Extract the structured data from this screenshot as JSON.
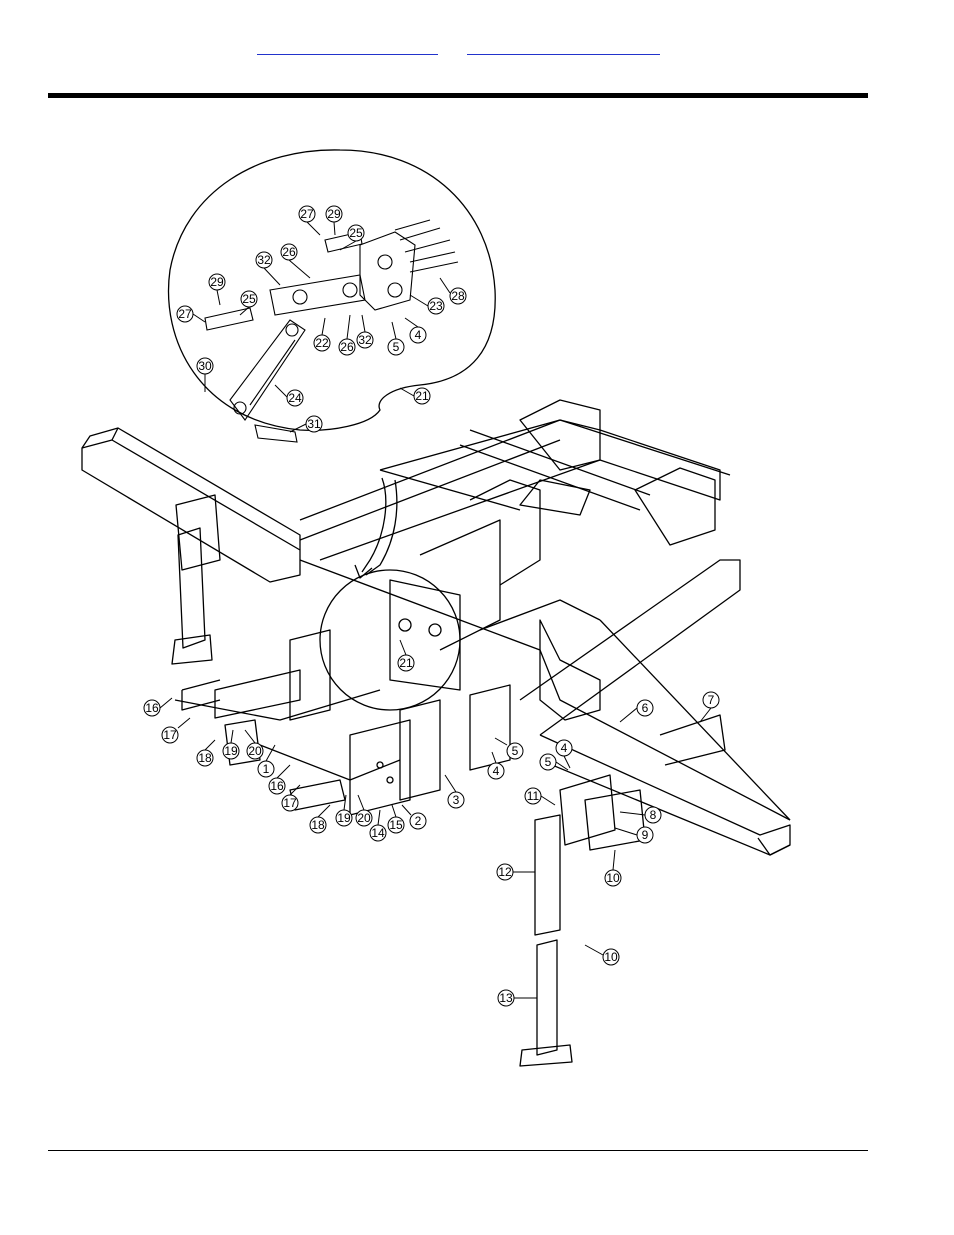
{
  "header": {
    "link_left": "",
    "link_right": ""
  },
  "callouts": {
    "c1": "1",
    "c2": "2",
    "c3": "3",
    "c4a": "4",
    "c4b": "4",
    "c4c": "4",
    "c5a": "5",
    "c5b": "5",
    "c5c": "5",
    "c6": "6",
    "c7": "7",
    "c8": "8",
    "c9": "9",
    "c10a": "10",
    "c10b": "10",
    "c11": "11",
    "c12": "12",
    "c13": "13",
    "c14": "14",
    "c15": "15",
    "c16a": "16",
    "c16b": "16",
    "c17a": "17",
    "c17b": "17",
    "c18a": "18",
    "c18b": "18",
    "c19a": "19",
    "c19b": "19",
    "c20a": "20",
    "c20b": "20",
    "c21a": "21",
    "c21b": "21",
    "c22": "22",
    "c23": "23",
    "c24": "24",
    "c25a": "25",
    "c25b": "25",
    "c26a": "26",
    "c26b": "26",
    "c27a": "27",
    "c27b": "27",
    "c28": "28",
    "c29a": "29",
    "c29b": "29",
    "c30": "30",
    "c31": "31",
    "c32a": "32",
    "c32b": "32"
  }
}
